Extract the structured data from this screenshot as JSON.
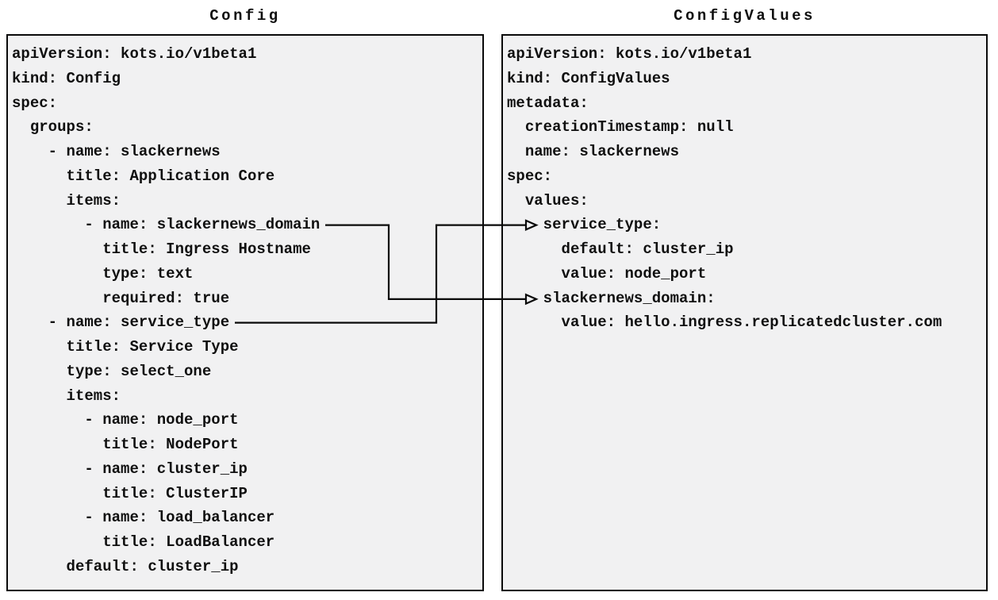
{
  "diagram": {
    "left_panel": {
      "title": "Config",
      "lines": [
        "apiVersion: kots.io/v1beta1",
        "kind: Config",
        "spec:",
        "  groups:",
        "    - name: slackernews",
        "      title: Application Core",
        "      items:",
        "        - name: slackernews_domain",
        "          title: Ingress Hostname",
        "          type: text",
        "          required: true",
        "    - name: service_type",
        "      title: Service Type",
        "      type: select_one",
        "      items:",
        "        - name: node_port",
        "          title: NodePort",
        "        - name: cluster_ip",
        "          title: ClusterIP",
        "        - name: load_balancer",
        "          title: LoadBalancer",
        "      default: cluster_ip"
      ]
    },
    "right_panel": {
      "title": "ConfigValues",
      "lines": [
        "apiVersion: kots.io/v1beta1",
        "kind: ConfigValues",
        "metadata:",
        "  creationTimestamp: null",
        "  name: slackernews",
        "spec:",
        "  values:",
        "    service_type:",
        "      default: cluster_ip",
        "      value: node_port",
        "    slackernews_domain:",
        "      value: hello.ingress.replicatedcluster.com"
      ]
    },
    "connections": [
      {
        "from": "Config item slackernews_domain",
        "to": "ConfigValues key slackernews_domain"
      },
      {
        "from": "Config item service_type",
        "to": "ConfigValues key service_type"
      }
    ],
    "colors": {
      "page_bg": "#ffffff",
      "panel_bg": "#f1f1f2",
      "border": "#0a0a0a",
      "text": "#0f0f0f",
      "arrow": "#0a0a0a"
    }
  }
}
